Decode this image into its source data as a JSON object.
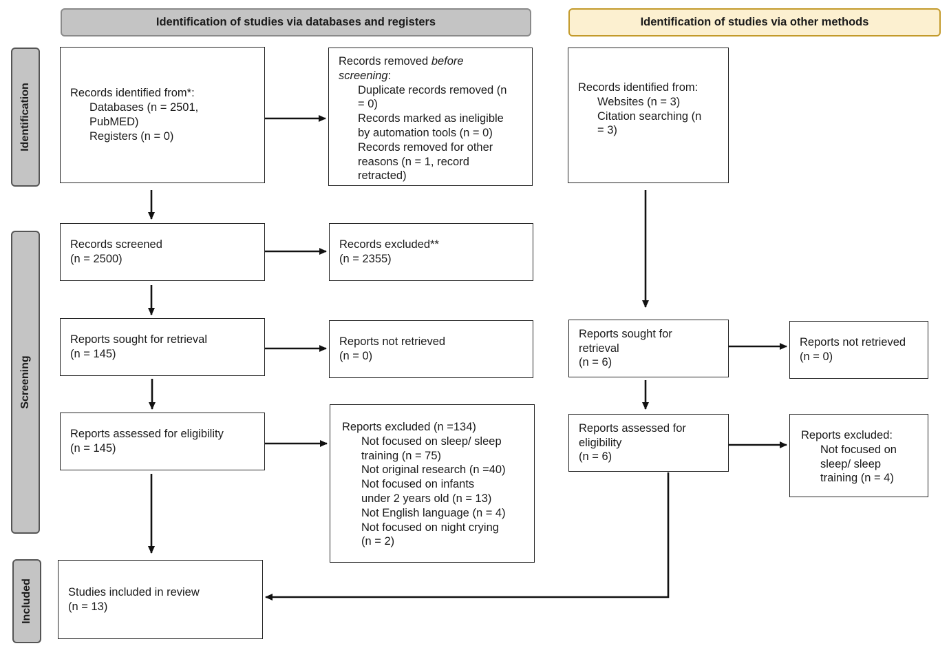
{
  "headers": {
    "databases": "Identification of studies via databases and registers",
    "other": "Identification of studies via other methods"
  },
  "phases": {
    "identification": "Identification",
    "screening": "Screening",
    "included": "Included"
  },
  "boxes": {
    "records_identified": {
      "lines": [
        "Records identified from*:",
        "Databases (n = 2501,",
        "PubMED)",
        "Registers (n = 0)"
      ]
    },
    "records_removed": {
      "line1": "Records removed ",
      "line1_italic": "before",
      "line2_italic": "screening",
      "line2_rest": ":",
      "items": [
        "Duplicate records removed (n",
        "= 0)",
        "Records marked as ineligible",
        "by automation tools (n = 0)",
        "Records removed for other",
        "reasons (n = 1, record",
        "retracted)"
      ]
    },
    "other_identified": {
      "lines": [
        "Records identified from:",
        "Websites (n = 3)",
        "Citation searching (n",
        "= 3)"
      ]
    },
    "records_screened": {
      "lines": [
        "Records screened",
        "(n = 2500)"
      ]
    },
    "records_excluded": {
      "lines": [
        "Records excluded**",
        "(n = 2355)"
      ]
    },
    "reports_sought": {
      "lines": [
        "Reports sought for retrieval",
        "(n = 145)"
      ]
    },
    "reports_not_retrieved": {
      "lines": [
        "Reports not retrieved",
        "(n = 0)"
      ]
    },
    "other_sought": {
      "lines": [
        "Reports sought for",
        "retrieval",
        "(n = 6)"
      ]
    },
    "other_not_retrieved": {
      "lines": [
        "Reports not retrieved",
        "(n = 0)"
      ]
    },
    "reports_assessed": {
      "lines": [
        "Reports assessed for eligibility",
        "(n = 145)"
      ]
    },
    "reports_excluded": {
      "title": "Reports excluded (n =134)",
      "items": [
        "Not focused on sleep/ sleep",
        "training (n = 75)",
        "Not original research (n =40)",
        "Not focused on infants",
        "under 2 years old (n = 13)",
        "Not English language (n = 4)",
        "Not focused on night crying",
        "(n = 2)"
      ]
    },
    "other_assessed": {
      "lines": [
        "Reports assessed for",
        "eligibility",
        "(n = 6)"
      ]
    },
    "other_excluded": {
      "title": "Reports excluded:",
      "items": [
        "Not focused on",
        "sleep/ sleep",
        "training (n = 4)"
      ]
    },
    "studies_included": {
      "lines": [
        "Studies included in review",
        "(n = 13)"
      ]
    }
  },
  "colors": {
    "db_header_fill": "#c4c4c4",
    "other_header_fill": "#fcf0d0",
    "other_header_border": "#c39a2a",
    "side_fill": "#c4c4c4",
    "line": "#111111"
  }
}
